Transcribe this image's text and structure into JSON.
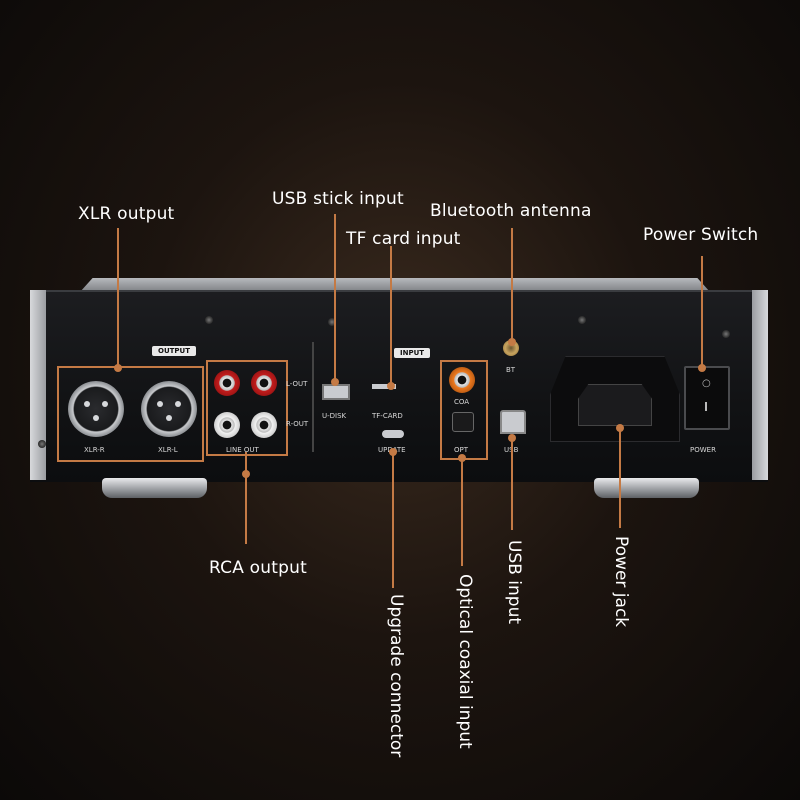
{
  "callouts": {
    "xlr_output": "XLR output",
    "usb_stick_input": "USB stick input",
    "tf_card_input": "TF card input",
    "bluetooth_antenna": "Bluetooth antenna",
    "power_switch": "Power Switch",
    "rca_output": "RCA output",
    "upgrade_connector": "Upgrade connector",
    "optical_coaxial_input": "Optical coaxial input",
    "usb_input": "USB input",
    "power_jack": "Power jack"
  },
  "panel": {
    "output_tag": "OUTPUT",
    "input_tag": "INPUT",
    "xlr_r": "XLR-R",
    "xlr_l": "XLR-L",
    "l_out": "L-OUT",
    "r_out": "R-OUT",
    "line_out": "LINE OUT",
    "u_disk": "U-DISK",
    "tf_card": "TF-CARD",
    "update": "UPDATE",
    "coa": "COA",
    "opt": "OPT",
    "usb": "USB",
    "bt": "BT",
    "power": "POWER"
  },
  "colors": {
    "callout_line": "#c47a45",
    "callout_text": "#ffffff"
  }
}
